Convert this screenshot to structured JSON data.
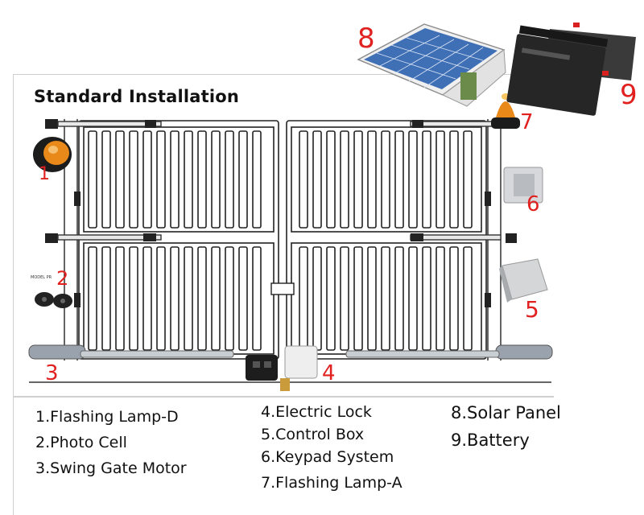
{
  "diagram": {
    "title": "Standard Installation",
    "callouts": [
      "1",
      "2",
      "3",
      "4",
      "5",
      "6",
      "7",
      "8",
      "9"
    ],
    "small_label": "MODEL PR",
    "legend_col1": [
      "1.Flashing Lamp-D",
      "2.Photo Cell",
      "3.Swing Gate Motor"
    ],
    "legend_col2": [
      "4.Electric Lock",
      "5.Control Box",
      "6.Keypad System",
      "7.Flashing Lamp-A"
    ],
    "legend_col3": [
      "8.Solar Panel",
      "9.Battery"
    ]
  },
  "colors": {
    "callout": "#e0211f",
    "gate_line": "#222222",
    "solar_cell": "#3f6fb5",
    "battery_body": "#2a2a2a",
    "lamp_orange": "#e8891a"
  }
}
